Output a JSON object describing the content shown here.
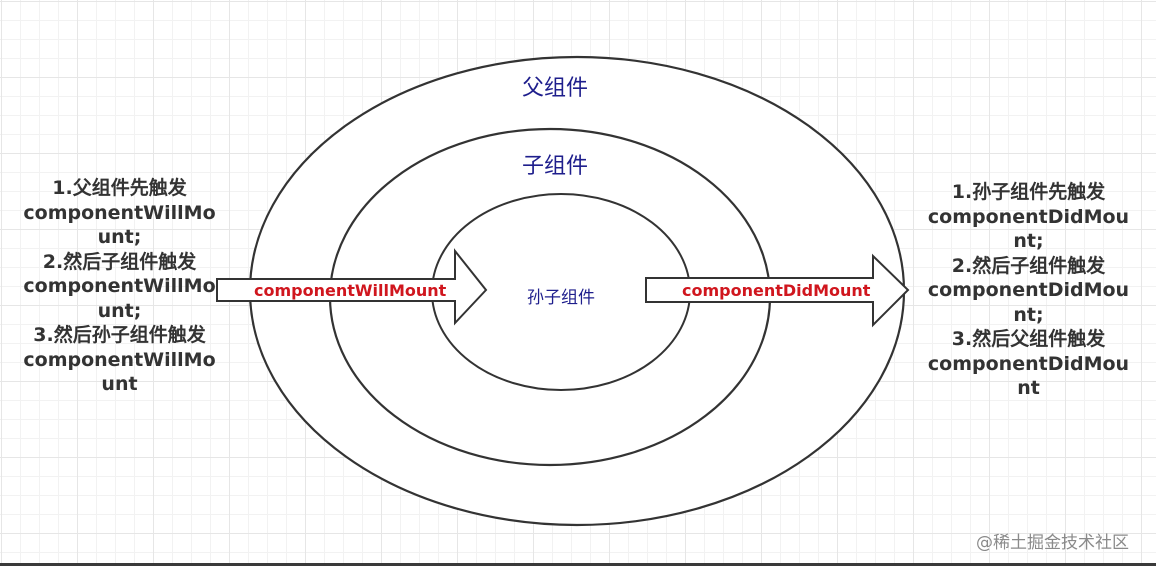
{
  "ellipses": {
    "outer_label": "父组件",
    "middle_label": "子组件",
    "inner_label": "孙子组件"
  },
  "arrows": {
    "left_label": "componentWillMount",
    "right_label": "componentDidMount",
    "label_color": "#d0161e"
  },
  "left_panel": {
    "lines": [
      "1.父组件先触发",
      "componentWillMo",
      "unt;",
      "2.然后子组件触发",
      "componentWillMo",
      "unt;",
      "3.然后孙子组件触发",
      "componentWillMo",
      "unt"
    ]
  },
  "right_panel": {
    "lines": [
      "1.孙子组件先触发",
      "componentDidMou",
      "nt;",
      "2.然后子组件触发",
      "componentDidMou",
      "nt;",
      "3.然后父组件触发",
      "componentDidMou",
      "nt"
    ]
  },
  "watermark": "@稀土掘金技术社区",
  "colors": {
    "label_blue": "#1e1e8c",
    "text_dark": "#333333",
    "stroke": "#333333"
  }
}
